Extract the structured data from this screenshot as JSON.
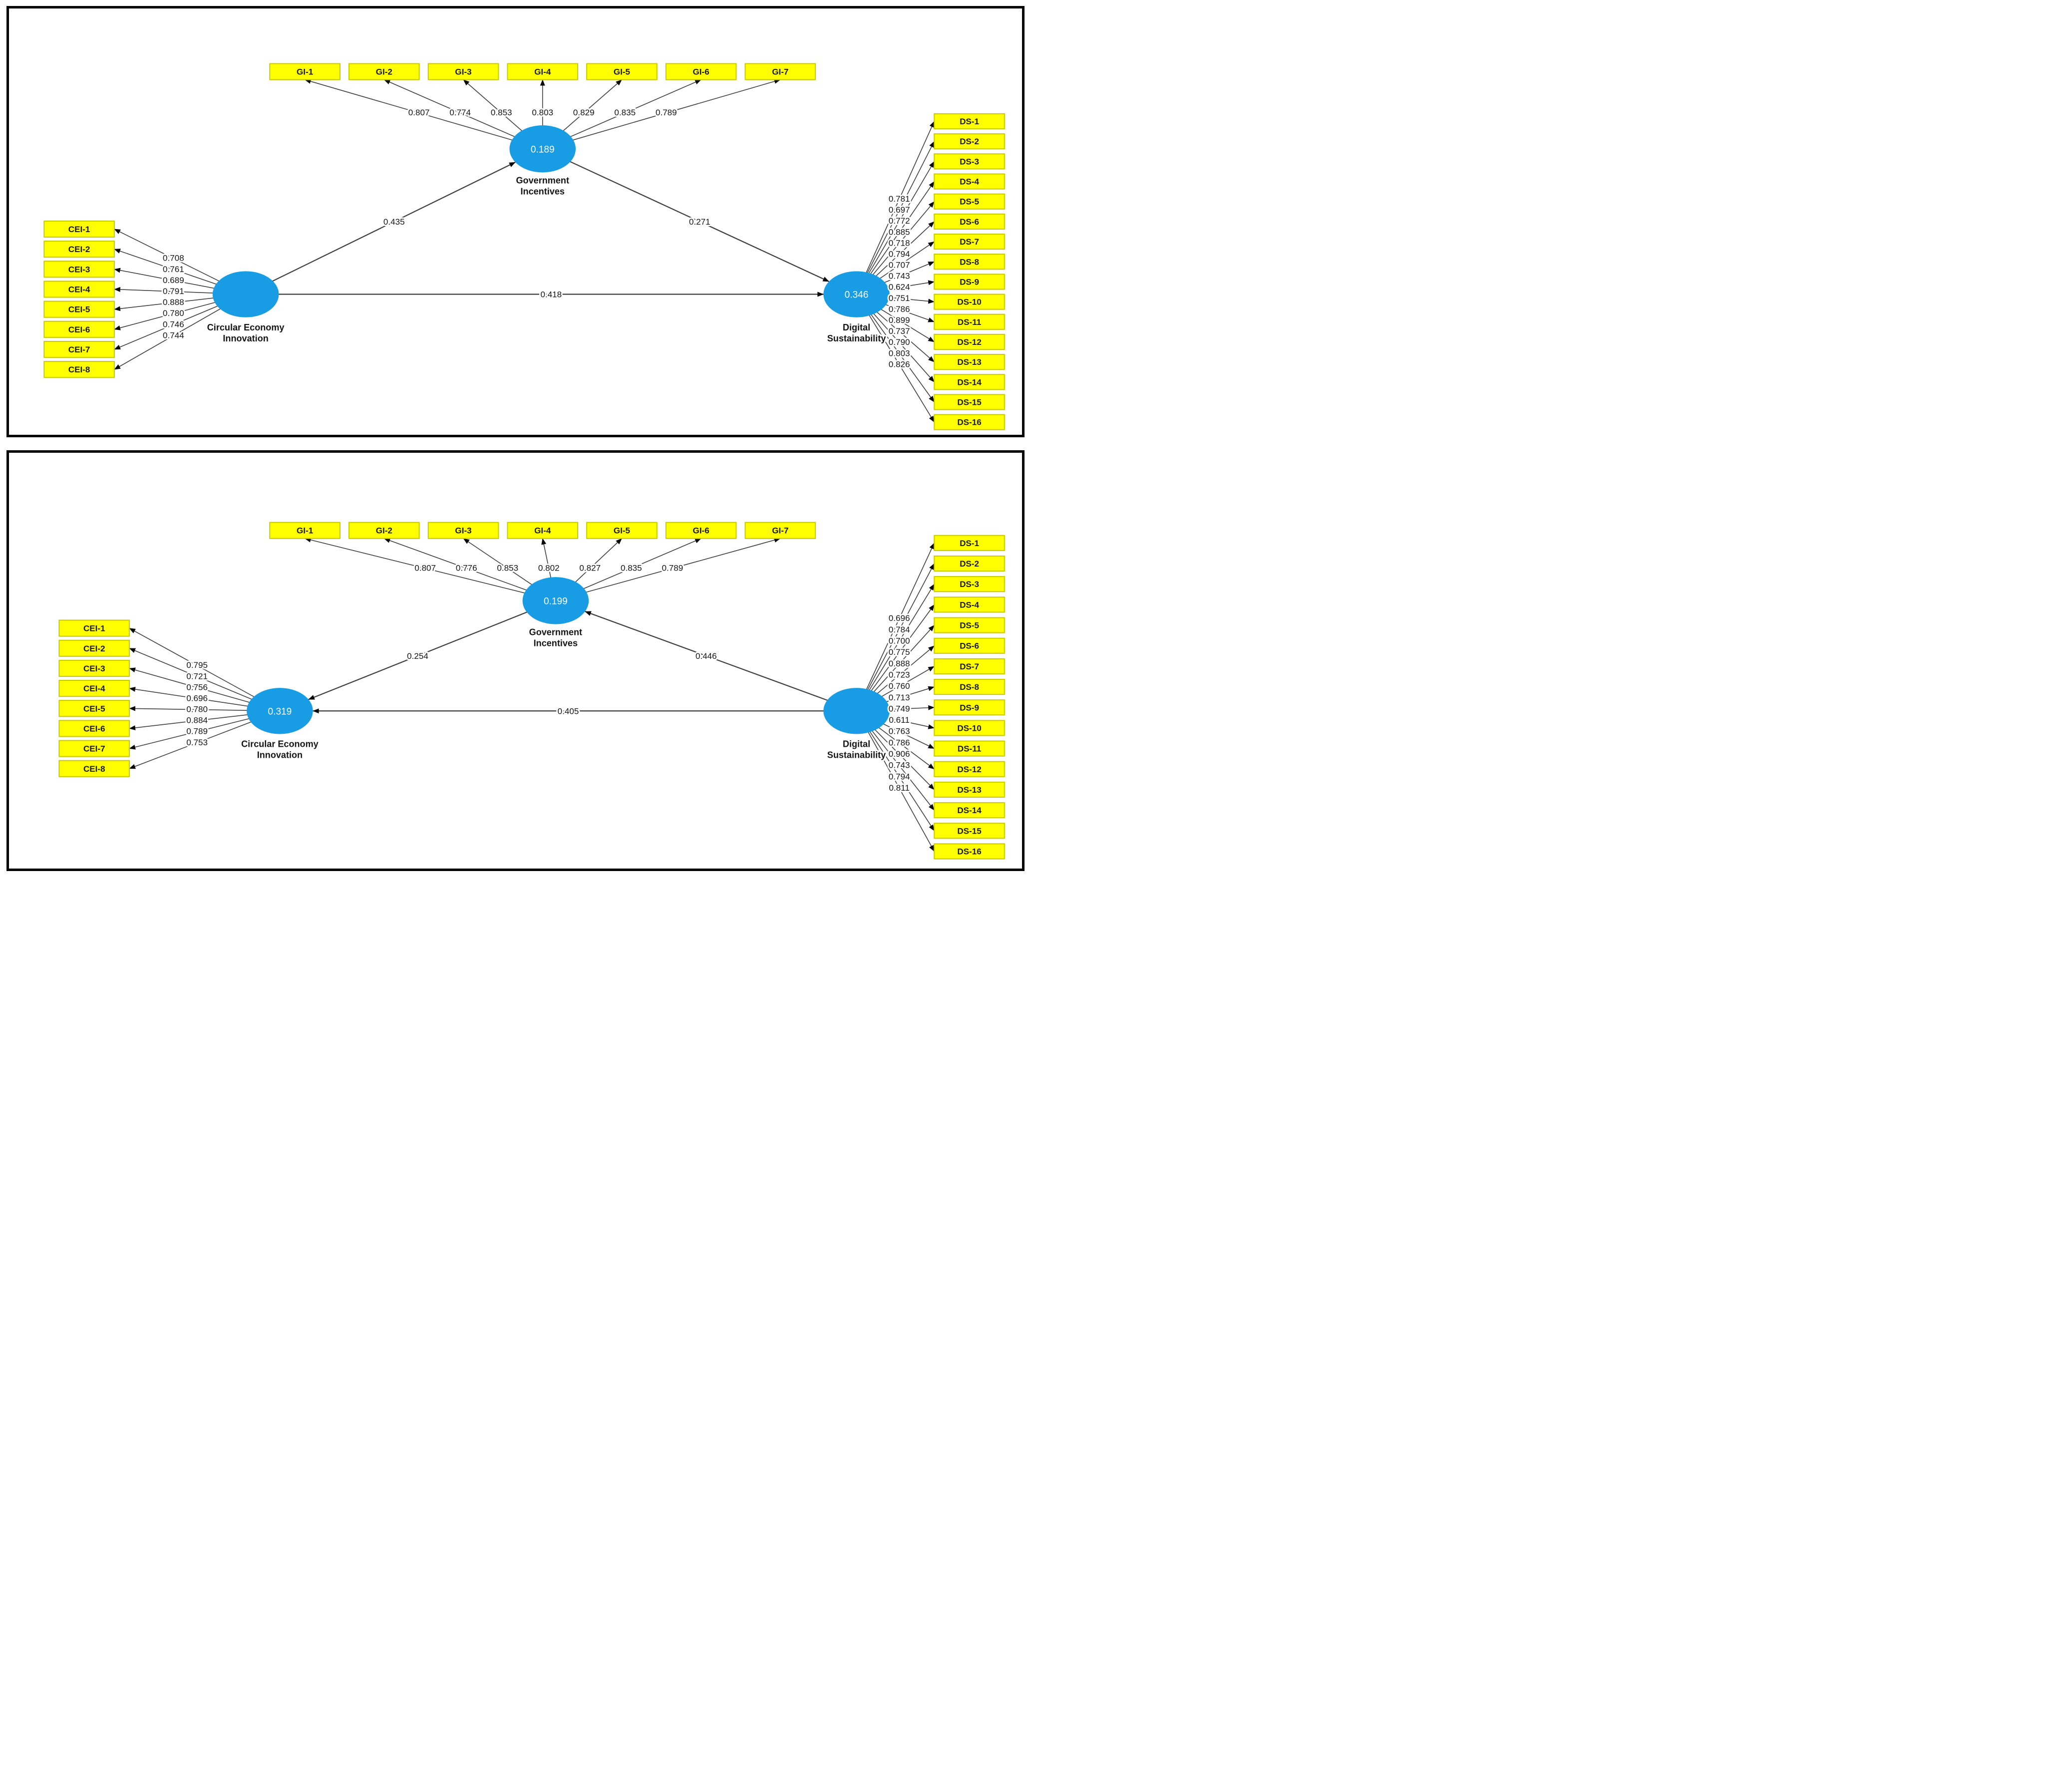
{
  "figure": {
    "description": "Two PLS-SEM path models",
    "colors": {
      "indicator_fill": "#fefe00",
      "indicator_border": "#c9c900",
      "latent_fill": "#189de5",
      "latent_value_text": "#ffffff",
      "latent_name_text": "#161616",
      "indicator_text": "#1a1a1a",
      "loading_text": "#141414",
      "line": "#3f3f3f",
      "arrow": "#0a0a0a",
      "panel_border": "#000000"
    }
  },
  "models": [
    {
      "name": "model-1",
      "latents": {
        "gi": {
          "label_lines": [
            "Government",
            "Incentives"
          ],
          "value": "0.189"
        },
        "cei": {
          "label_lines": [
            "Circular Economy",
            "Innovation"
          ],
          "value": ""
        },
        "ds": {
          "label_lines": [
            "Digital",
            "Sustainability"
          ],
          "value": "0.346"
        }
      },
      "indicators": {
        "gi": {
          "labels": [
            "GI-1",
            "GI-2",
            "GI-3",
            "GI-4",
            "GI-5",
            "GI-6",
            "GI-7"
          ],
          "loadings": [
            "0.807",
            "0.774",
            "0.853",
            "0.803",
            "0.829",
            "0.835",
            "0.789"
          ]
        },
        "cei": {
          "labels": [
            "CEI-1",
            "CEI-2",
            "CEI-3",
            "CEI-4",
            "CEI-5",
            "CEI-6",
            "CEI-7",
            "CEI-8"
          ],
          "loadings": [
            "0.708",
            "0.761",
            "0.689",
            "0.791",
            "0.888",
            "0.780",
            "0.746",
            "0.744"
          ]
        },
        "ds": {
          "labels": [
            "DS-1",
            "DS-2",
            "DS-3",
            "DS-4",
            "DS-5",
            "DS-6",
            "DS-7",
            "DS-8",
            "DS-9",
            "DS-10",
            "DS-11",
            "DS-12",
            "DS-13",
            "DS-14",
            "DS-15",
            "DS-16"
          ],
          "loadings": [
            "0.781",
            "0.697",
            "0.772",
            "0.885",
            "0.718",
            "0.794",
            "0.707",
            "0.743",
            "0.624",
            "0.751",
            "0.786",
            "0.899",
            "0.737",
            "0.790",
            "0.803",
            "0.826"
          ]
        }
      },
      "paths": [
        {
          "from": "cei",
          "to": "gi",
          "value": "0.435"
        },
        {
          "from": "gi",
          "to": "ds",
          "value": "0.271"
        },
        {
          "from": "cei",
          "to": "ds",
          "value": "0.418"
        }
      ]
    },
    {
      "name": "model-2",
      "latents": {
        "gi": {
          "label_lines": [
            "Government",
            "Incentives"
          ],
          "value": "0.199"
        },
        "cei": {
          "label_lines": [
            "Circular Economy",
            "Innovation"
          ],
          "value": "0.319"
        },
        "ds": {
          "label_lines": [
            "Digital",
            "Sustainability"
          ],
          "value": ""
        }
      },
      "indicators": {
        "gi": {
          "labels": [
            "GI-1",
            "GI-2",
            "GI-3",
            "GI-4",
            "GI-5",
            "GI-6",
            "GI-7"
          ],
          "loadings": [
            "0.807",
            "0.776",
            "0.853",
            "0.802",
            "0.827",
            "0.835",
            "0.789"
          ]
        },
        "cei": {
          "labels": [
            "CEI-1",
            "CEI-2",
            "CEI-3",
            "CEI-4",
            "CEI-5",
            "CEI-6",
            "CEI-7",
            "CEI-8"
          ],
          "loadings": [
            "0.795",
            "0.721",
            "0.756",
            "0.696",
            "0.780",
            "0.884",
            "0.789",
            "0.753"
          ]
        },
        "ds": {
          "labels": [
            "DS-1",
            "DS-2",
            "DS-3",
            "DS-4",
            "DS-5",
            "DS-6",
            "DS-7",
            "DS-8",
            "DS-9",
            "DS-10",
            "DS-11",
            "DS-12",
            "DS-13",
            "DS-14",
            "DS-15",
            "DS-16"
          ],
          "loadings": [
            "0.696",
            "0.784",
            "0.700",
            "0.775",
            "0.888",
            "0.723",
            "0.760",
            "0.713",
            "0.749",
            "0.611",
            "0.763",
            "0.786",
            "0.906",
            "0.743",
            "0.794",
            "0.811"
          ]
        }
      },
      "paths": [
        {
          "from": "gi",
          "to": "cei",
          "value": "0.254"
        },
        {
          "from": "ds",
          "to": "gi",
          "value": "0.446"
        },
        {
          "from": "ds",
          "to": "cei",
          "value": "0.405"
        }
      ]
    }
  ]
}
